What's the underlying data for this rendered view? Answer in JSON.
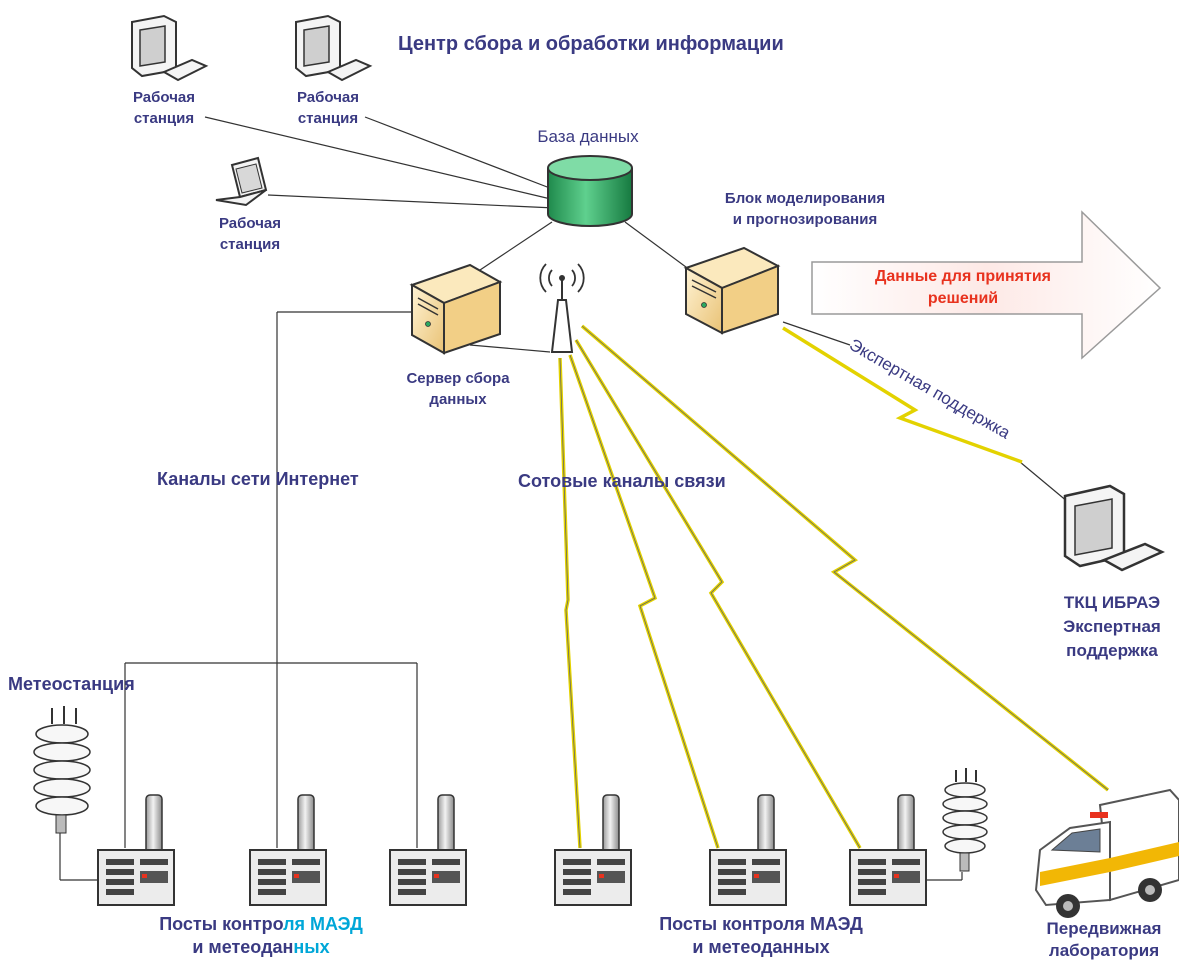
{
  "title": "Центр сбора и обработки информации",
  "nodes": {
    "ws1": {
      "line1": "Рабочая",
      "line2": "станция"
    },
    "ws2": {
      "line1": "Рабочая",
      "line2": "станция"
    },
    "ws3": {
      "line1": "Рабочая",
      "line2": "станция"
    },
    "database": "База данных",
    "modeling": {
      "line1": "Блок моделирования",
      "line2": "и прогнозирования"
    },
    "server": {
      "line1": "Сервер сбора",
      "line2": "данных"
    },
    "tkc": {
      "line1": "ТКЦ ИБРАЭ",
      "line2": "Экспертная",
      "line3": "поддержка"
    },
    "meteostation": "Метеостанция",
    "mobile_lab": {
      "line1": "Передвижная",
      "line2": "лаборатория"
    }
  },
  "arrow_text": {
    "line1": "Данные для принятия",
    "line2": "решений"
  },
  "channels": {
    "internet": "Каналы сети Интернет",
    "cellular": "Сотовые каналы связи",
    "expert": "Экспертная поддержка"
  },
  "posts_left": {
    "line1a": "Посты контро",
    "line1b": "ля МАЭД",
    "line2a": "и метеодан",
    "line2b": "ных"
  },
  "posts_right": {
    "line1": "Посты контроля МАЭД",
    "line2": "и метеоданных"
  },
  "colors": {
    "label_blue": "#3a3a82",
    "label_cyan": "#00a7d8",
    "red_text": "#e8321e",
    "database_green": "#2aa860",
    "server_beige": "#f3d58e",
    "zigzag_yellow": "#f2e600",
    "line_dark": "#333333"
  }
}
